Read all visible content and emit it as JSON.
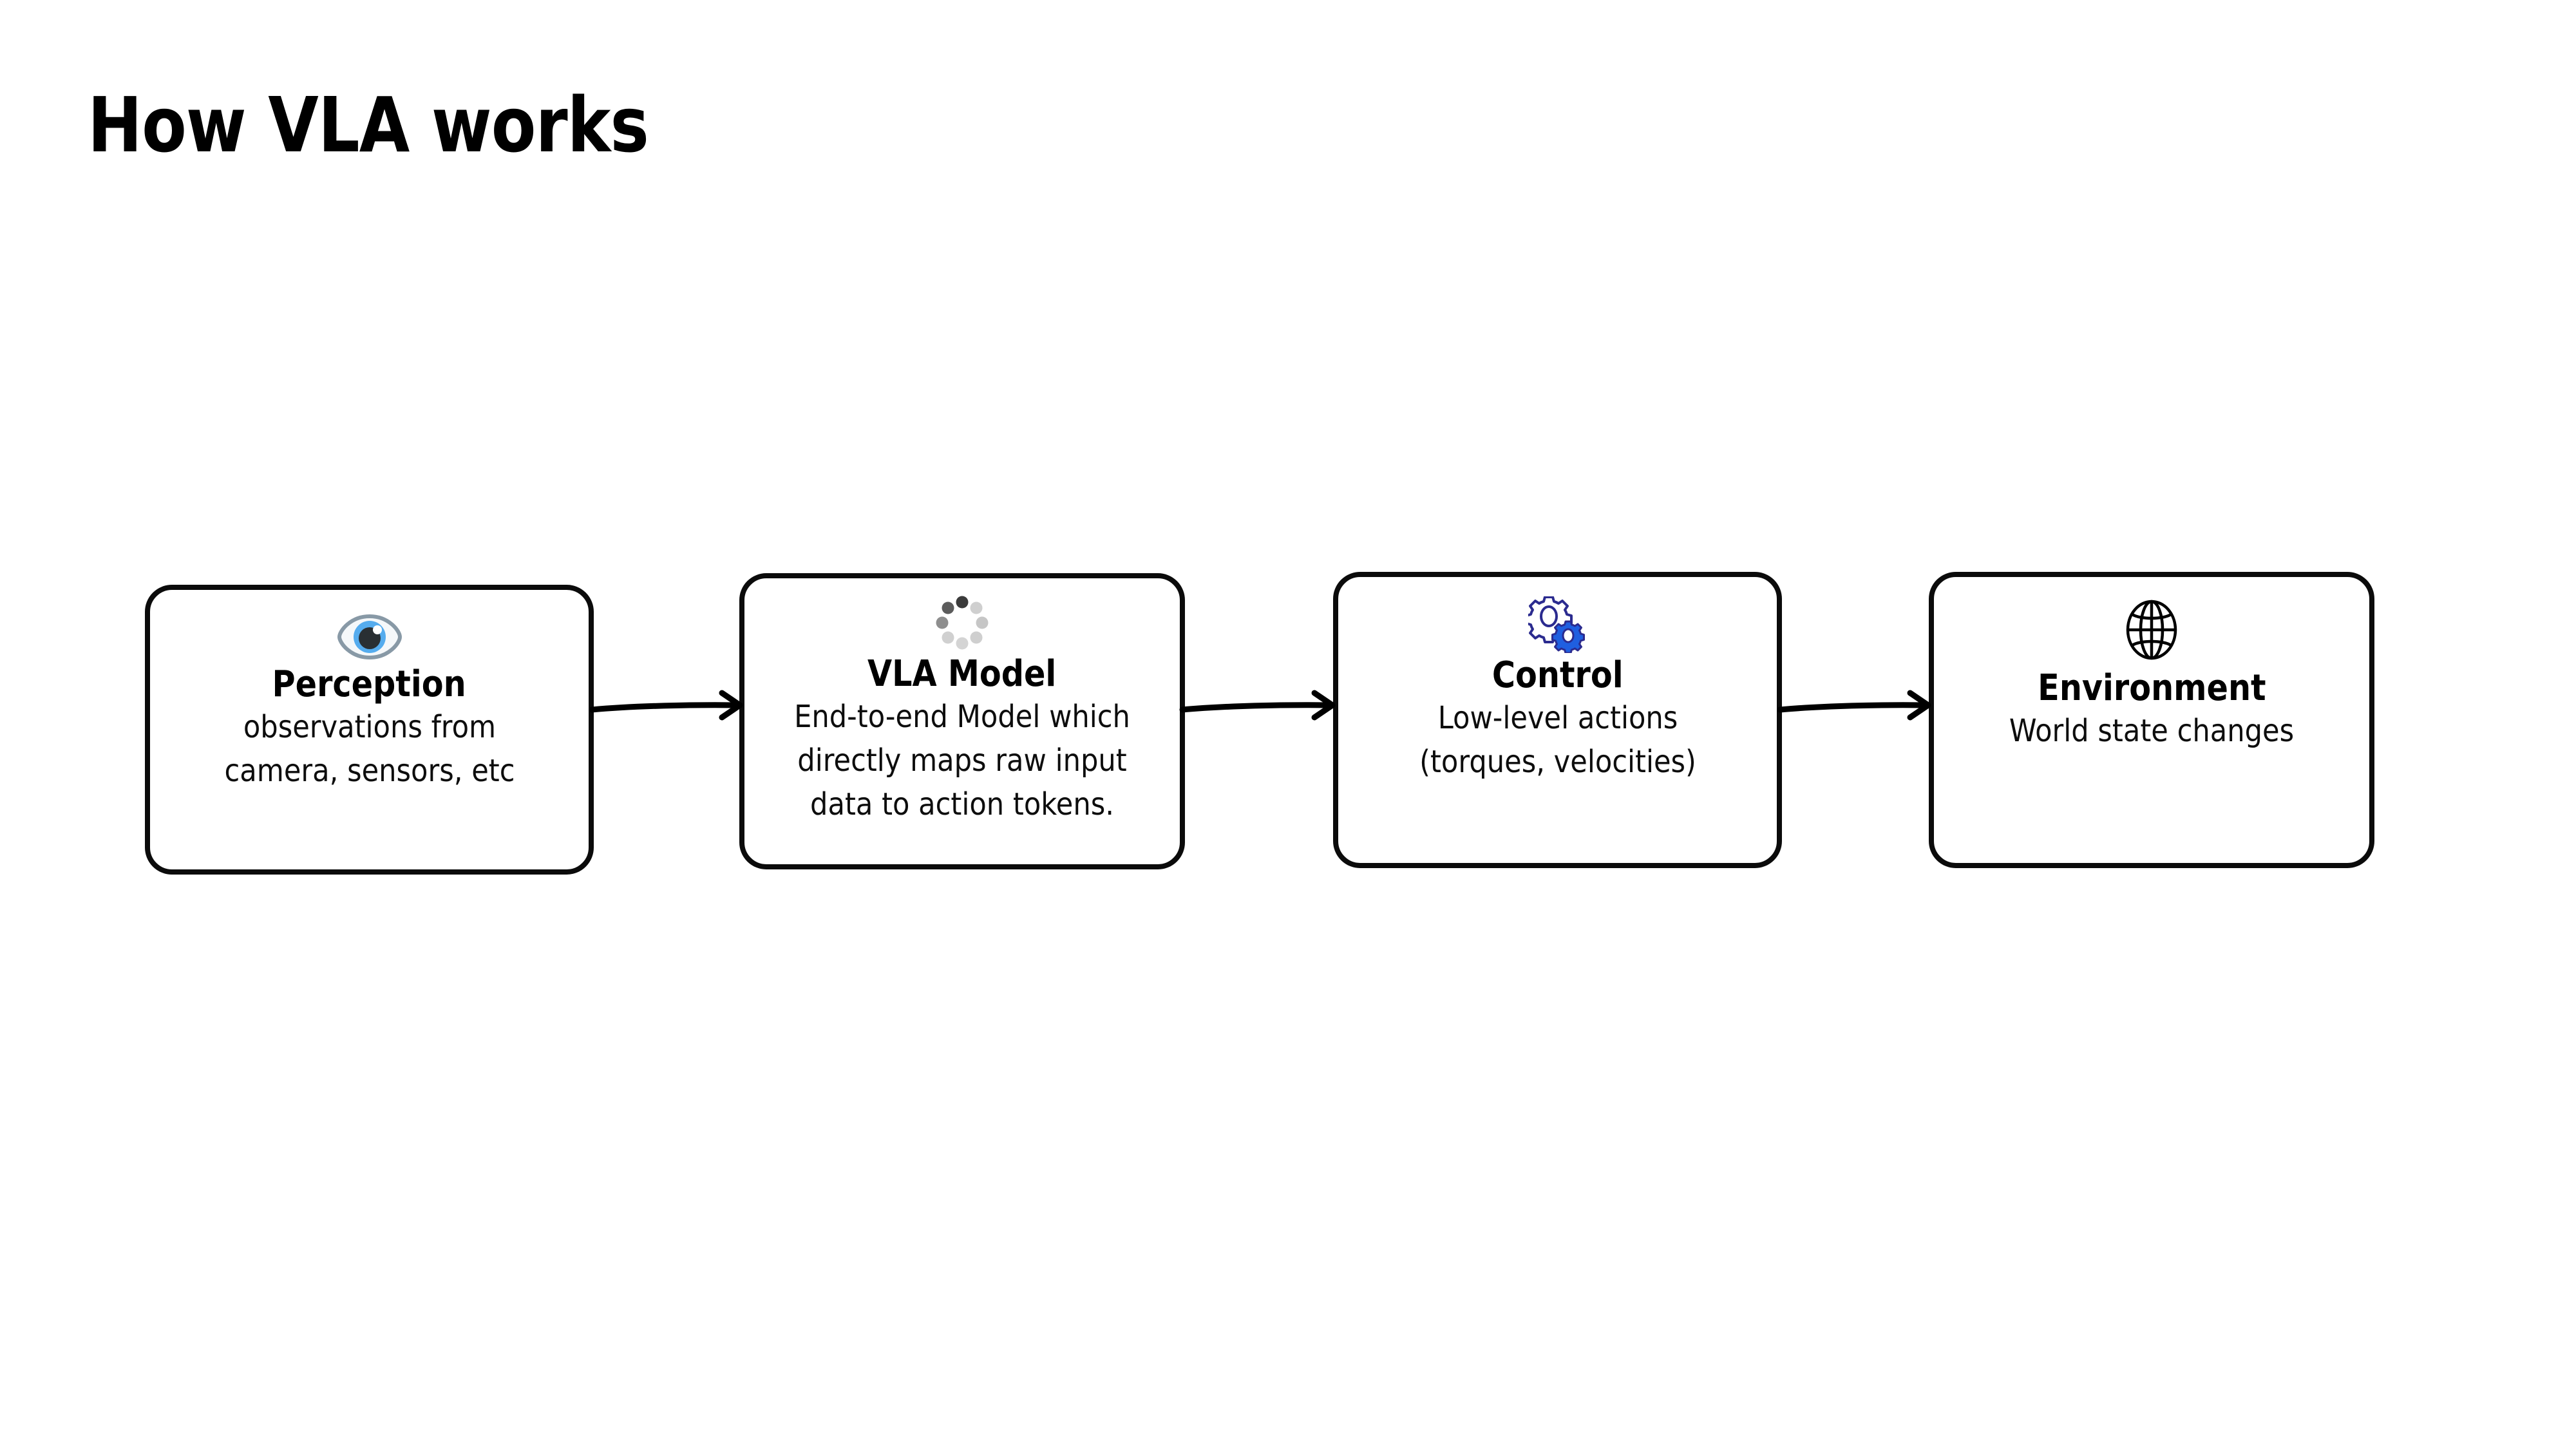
{
  "slide": {
    "title": "How VLA works",
    "background_color": "#ffffff",
    "text_color": "#000000"
  },
  "diagram": {
    "type": "horizontal-flow",
    "node_border_color": "#0b0b0b",
    "arrow_color": "#000000",
    "nodes": [
      {
        "id": "perception",
        "icon": "eye-icon",
        "title": "Perception",
        "description": "observations from camera, sensors, etc"
      },
      {
        "id": "vla-model",
        "icon": "spinner-dots-icon",
        "title": "VLA Model",
        "description": "End-to-end Model which directly maps raw input data to action tokens."
      },
      {
        "id": "control",
        "icon": "gears-icon",
        "title": "Control",
        "description": "Low-level actions (torques, velocities)"
      },
      {
        "id": "environment",
        "icon": "globe-icon",
        "title": "Environment",
        "description": "World state changes"
      }
    ],
    "arrows": [
      {
        "id": "arrow-perception-to-vla",
        "from": "perception",
        "to": "vla-model"
      },
      {
        "id": "arrow-vla-to-control",
        "from": "vla-model",
        "to": "control"
      },
      {
        "id": "arrow-control-to-environment",
        "from": "control",
        "to": "environment"
      }
    ]
  },
  "icon_colors": {
    "eye_outline": "#8899a6",
    "eye_sclera": "#f5f8fa",
    "eye_iris": "#55acee",
    "eye_pupil": "#292f33",
    "eye_highlight": "#ffffff",
    "spinner_dots": [
      "#3b3b3b",
      "#5c5c5c",
      "#7d7d7d",
      "#9e9e9e",
      "#bdbdbd",
      "#cfcfcf",
      "#d9d9d9",
      "#c6c6c6"
    ],
    "gear_large_stroke": "#2b2b8f",
    "gear_large_fill": "#ffffff",
    "gear_small_fill": "#1f5fe0",
    "gear_small_stroke": "#2b2b8f",
    "globe_stroke": "#000000"
  }
}
